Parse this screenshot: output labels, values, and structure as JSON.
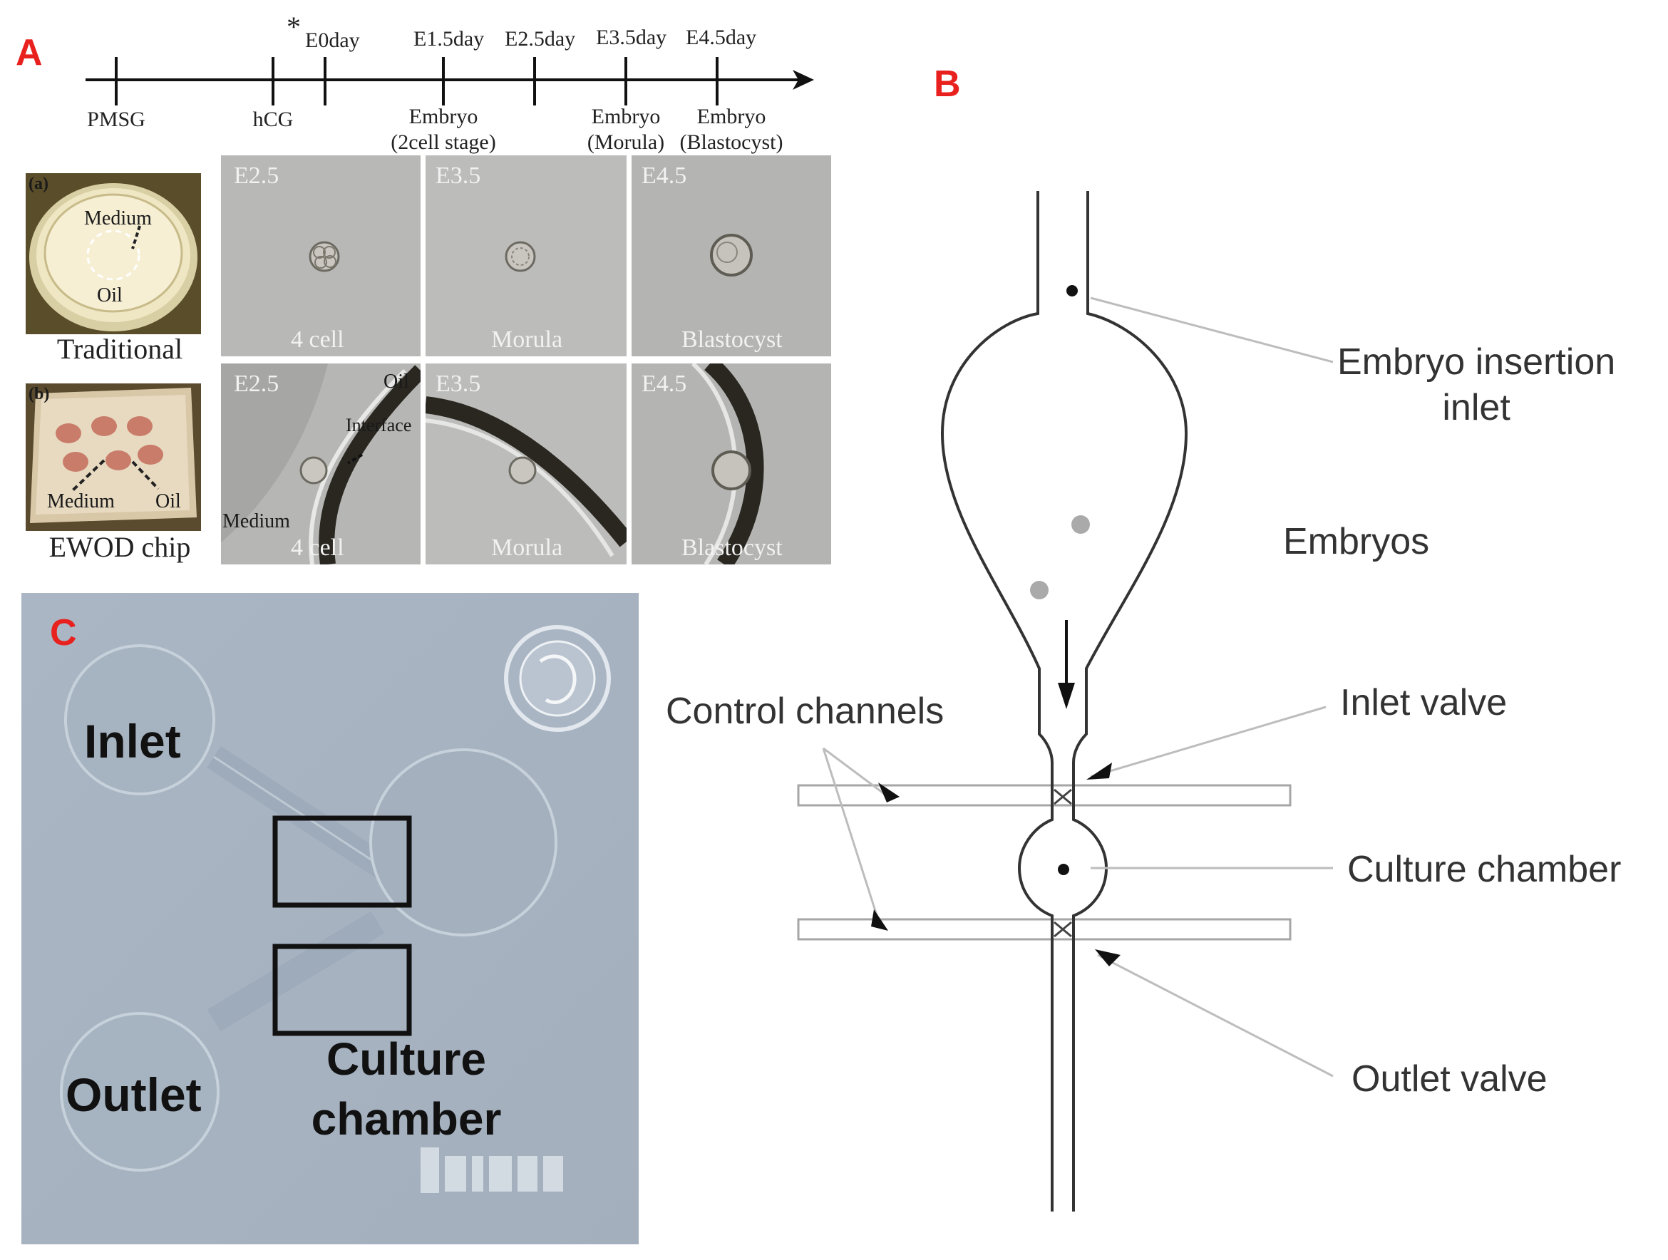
{
  "panels": {
    "a": "A",
    "b": "B",
    "c": "C"
  },
  "timeline": {
    "asterisk": "*",
    "top_labels": [
      "E0day",
      "E1.5day",
      "E2.5day",
      "E3.5day",
      "E4.5day"
    ],
    "bottom_labels": {
      "pmsg": "PMSG",
      "hcg": "hCG",
      "embryo_2cell_line1": "Embryo",
      "embryo_2cell_line2": "(2cell stage)",
      "embryo_morula_line1": "Embryo",
      "embryo_morula_line2": "(Morula)",
      "embryo_blast_line1": "Embryo",
      "embryo_blast_line2": "(Blastocyst)"
    }
  },
  "photos": {
    "traditional": {
      "tag": "(a)",
      "medium": "Medium",
      "oil": "Oil",
      "caption": "Traditional"
    },
    "ewod": {
      "tag": "(b)",
      "medium": "Medium",
      "oil": "Oil",
      "caption": "EWOD chip"
    }
  },
  "micrographs": {
    "top": [
      {
        "day": "E2.5",
        "stage": "4 cell"
      },
      {
        "day": "E3.5",
        "stage": "Morula"
      },
      {
        "day": "E4.5",
        "stage": "Blastocyst"
      }
    ],
    "bottom": [
      {
        "day": "E2.5",
        "stage": "4 cell",
        "oil": "Oil",
        "interface": "Interface",
        "medium": "Medium"
      },
      {
        "day": "E3.5",
        "stage": "Morula"
      },
      {
        "day": "E4.5",
        "stage": "Blastocyst"
      }
    ]
  },
  "diagram_b": {
    "embryo_inlet_line1": "Embryo insertion",
    "embryo_inlet_line2": "inlet",
    "embryos": "Embryos",
    "control_channels": "Control channels",
    "inlet_valve": "Inlet valve",
    "culture_chamber": "Culture chamber",
    "outlet_valve": "Outlet valve"
  },
  "chip_c": {
    "inlet": "Inlet",
    "outlet": "Outlet",
    "culture_line1": "Culture",
    "culture_line2": "chamber"
  }
}
